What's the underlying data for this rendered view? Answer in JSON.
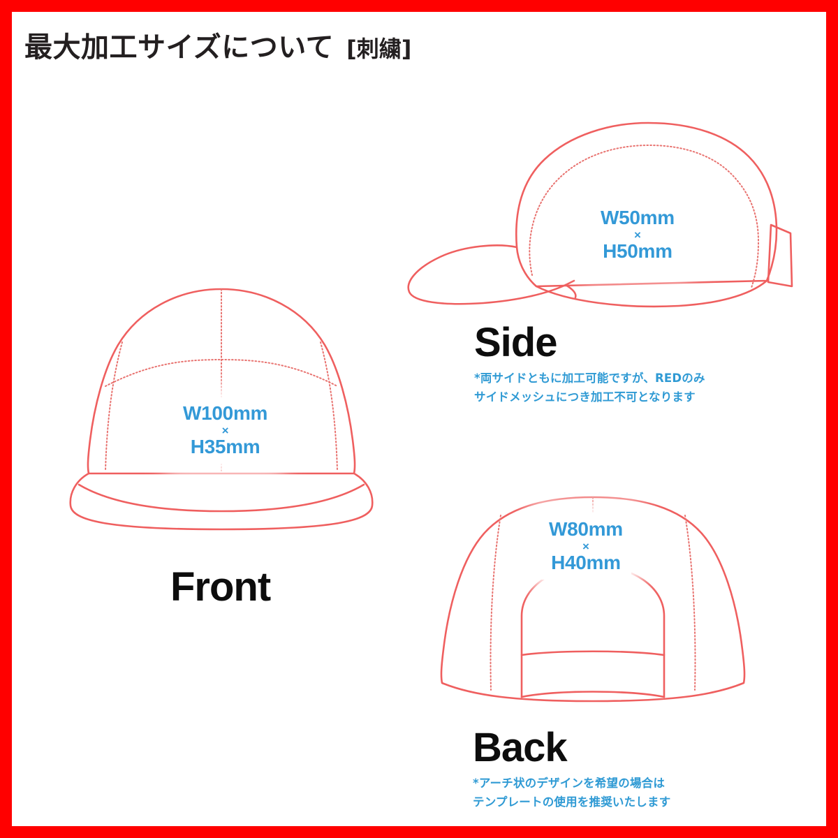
{
  "page": {
    "title_main": "最大加工サイズについて",
    "title_bracket": "[刺繍]",
    "border_color": "#ff0000",
    "outline_color": "#ef5f5f",
    "accent_blue": "#3399d7",
    "note_blue": "#2f9ad4",
    "label_black": "#0d0d0d"
  },
  "views": {
    "front": {
      "label": "Front",
      "size": {
        "width": "W100mm",
        "separator": "×",
        "height": "H35mm"
      }
    },
    "side": {
      "label": "Side",
      "size": {
        "width": "W50mm",
        "separator": "×",
        "height": "H50mm"
      },
      "note_line1": "*両サイドともに加工可能ですが、REDのみ",
      "note_line2": "サイドメッシュにつき加工不可となります"
    },
    "back": {
      "label": "Back",
      "size": {
        "width": "W80mm",
        "separator": "×",
        "height": "H40mm"
      },
      "note_line1": "*アーチ状のデザインを希望の場合は",
      "note_line2": "テンプレートの使用を推奨いたします"
    }
  }
}
